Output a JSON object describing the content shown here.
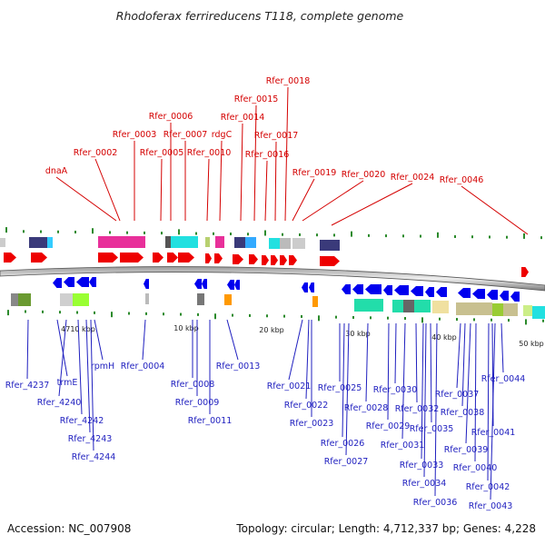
{
  "title": "Rhodoferax ferrireducens T118, complete genome",
  "footer": {
    "accession": "Accession: NC_007908",
    "summary": "Topology: circular; Length: 4,712,337 bp; Genes: 4,228"
  },
  "colors": {
    "forward": "#ee0000",
    "reverse": "#0000ee",
    "label_red": "#d40000",
    "label_blue": "#1f1fbf",
    "tick": "#2b8a2b"
  },
  "scale_labels": [
    "4710 kbp",
    "10 kbp",
    "20 kbp",
    "30 kbp",
    "40 kbp",
    "50 kbp"
  ],
  "top_labels": [
    "dnaA",
    "Rfer_0002",
    "Rfer_0003",
    "Rfer_0005",
    "Rfer_0006",
    "Rfer_0007",
    "Rfer_0010",
    "rdgC",
    "Rfer_0014",
    "Rfer_0015",
    "Rfer_0016",
    "Rfer_0017",
    "Rfer_0018",
    "Rfer_0019",
    "Rfer_0020",
    "Rfer_0024",
    "Rfer_0046"
  ],
  "bottom_labels": [
    "Rfer_4237",
    "trmE",
    "Rfer_4240",
    "Rfer_4242",
    "Rfer_4243",
    "Rfer_4244",
    "rpmH",
    "Rfer_0004",
    "Rfer_0008",
    "Rfer_0009",
    "Rfer_0011",
    "Rfer_0013",
    "Rfer_0021",
    "Rfer_0022",
    "Rfer_0023",
    "Rfer_0025",
    "Rfer_0026",
    "Rfer_0027",
    "Rfer_0028",
    "Rfer_0029",
    "Rfer_0030",
    "Rfer_0031",
    "Rfer_0032",
    "Rfer_0033",
    "Rfer_0034",
    "Rfer_0035",
    "Rfer_0036",
    "Rfer_0037",
    "Rfer_0038",
    "Rfer_0039",
    "Rfer_0040",
    "Rfer_0041",
    "Rfer_0042",
    "Rfer_0043",
    "Rfer_0044"
  ]
}
